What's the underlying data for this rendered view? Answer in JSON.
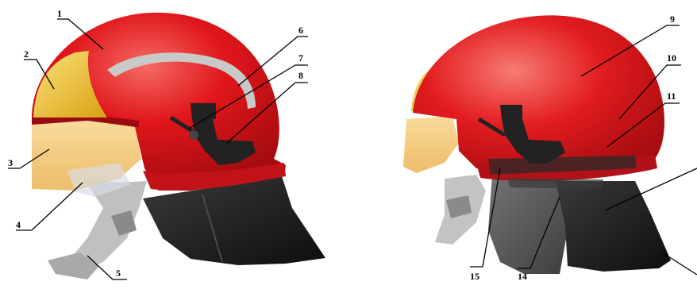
{
  "figure": {
    "panels": [
      {
        "name": "helmet-side-view",
        "description": ""
      },
      {
        "name": "helmet-rear-three-quarter-view",
        "description": ""
      }
    ],
    "callouts": [
      "1",
      "2",
      "3",
      "4",
      "5",
      "6",
      "7",
      "8",
      "9",
      "10",
      "11",
      "14",
      "15"
    ]
  },
  "colors": {
    "shell_red": "#e0161b",
    "shell_highlight": "#f56a63",
    "shell_shadow": "#a50c10",
    "reflective_band": "#c9c9c9",
    "crest_yellow": "#f1c21c",
    "visor_amber": "#f3c265",
    "neck_curtain": "#1f1f1f",
    "chinstrap_grey": "#b9b9b9",
    "bracket_black": "#222222"
  }
}
